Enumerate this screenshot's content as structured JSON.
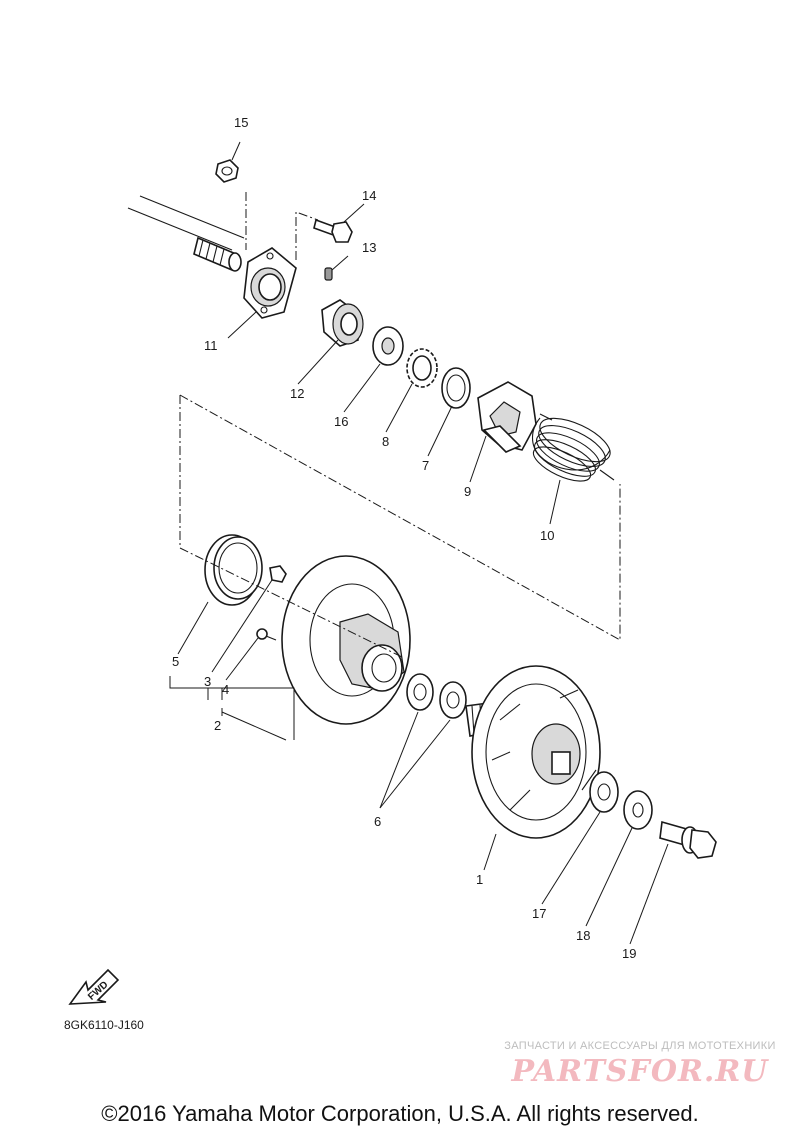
{
  "callouts": {
    "c1": "1",
    "c2": "2",
    "c3": "3",
    "c4": "4",
    "c5": "5",
    "c6": "6",
    "c7": "7",
    "c8": "8",
    "c9": "9",
    "c10": "10",
    "c11": "11",
    "c12": "12",
    "c13": "13",
    "c14": "14",
    "c15": "15",
    "c16": "16",
    "c17": "17",
    "c18": "18",
    "c19": "19"
  },
  "fwd_label": "FWD",
  "diagram_code": "8GK6110-J160",
  "watermark": {
    "tagline": "ЗАПЧАСТИ И АКСЕССУАРЫ ДЛЯ МОТОТЕХНИКИ",
    "logo": "PARTSFOR.RU"
  },
  "copyright": "©2016 Yamaha Motor Corporation, U.S.A. All rights reserved."
}
